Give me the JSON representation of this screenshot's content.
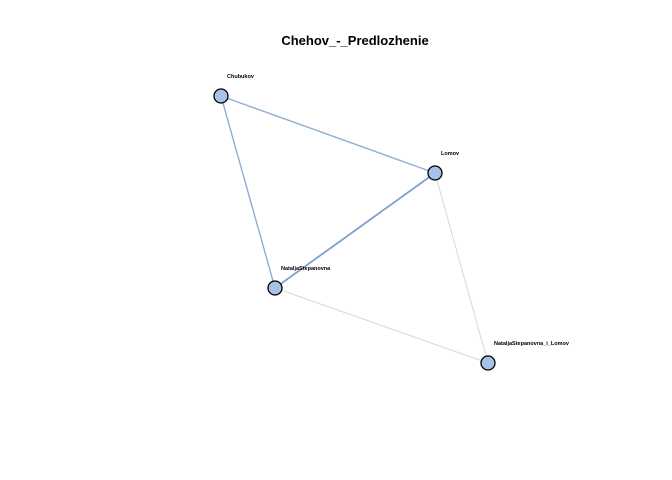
{
  "graph": {
    "title": "Chehov_-_Predlozhenie",
    "node_fill": "#a8c1e6",
    "node_stroke": "#000000",
    "nodes": [
      {
        "id": "chubukov",
        "label": "Chubukov"
      },
      {
        "id": "lomov",
        "label": "Lomov"
      },
      {
        "id": "natalja",
        "label": "NataljaStepanovna"
      },
      {
        "id": "natalja_lomov",
        "label": "NataljaStepanovna_i_Lomov"
      }
    ],
    "edges": [
      {
        "source": "chubukov",
        "target": "lomov",
        "color": "#8fadd6",
        "weight": 2
      },
      {
        "source": "chubukov",
        "target": "natalja",
        "color": "#8fadd6",
        "weight": 2
      },
      {
        "source": "lomov",
        "target": "natalja",
        "color": "#7f9fcf",
        "weight": 3
      },
      {
        "source": "lomov",
        "target": "natalja_lomov",
        "color": "#d8d8d8",
        "weight": 1
      },
      {
        "source": "natalja",
        "target": "natalja_lomov",
        "color": "#d8d8d8",
        "weight": 1
      }
    ]
  }
}
